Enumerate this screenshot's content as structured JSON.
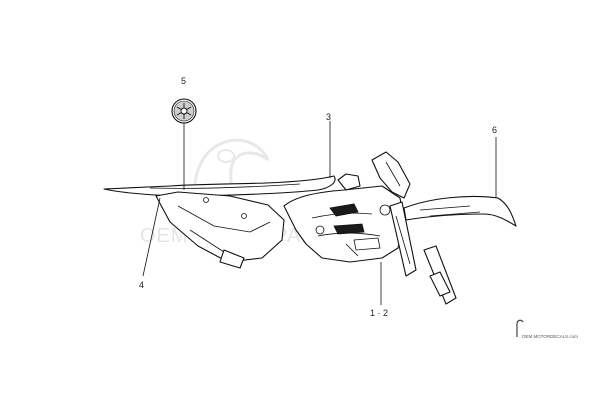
{
  "watermark": {
    "text": "OEM MOTORPARTS.com"
  },
  "callouts": [
    {
      "id": "5",
      "label": "5"
    },
    {
      "id": "3",
      "label": "3"
    },
    {
      "id": "6",
      "label": "6"
    },
    {
      "id": "4",
      "label": "4"
    },
    {
      "id": "12",
      "label": "1 · 2"
    }
  ],
  "footer_logo": {
    "text": "OEM MOTORDECALS.com"
  },
  "colors": {
    "line": "#111111",
    "watermark": "#e3e3e3",
    "background": "#ffffff"
  }
}
